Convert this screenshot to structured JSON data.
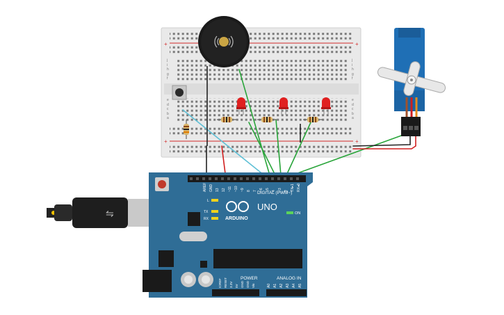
{
  "canvas": {
    "background": "#ffffff"
  },
  "arduino": {
    "board_color": "#2f6d96",
    "brand": "ARDUINO",
    "model": "UNO",
    "digital_label": "DIGITAL (PWM~)",
    "power_label": "POWER",
    "analog_label": "ANALOG IN",
    "on_label": "ON",
    "led_labels": [
      "L",
      "TX",
      "RX"
    ],
    "top_header_labels": [
      "AREF",
      "GND",
      "13",
      "12",
      "~11",
      "~10",
      "~9",
      "8",
      "7",
      "~6",
      "~5",
      "4",
      "~3",
      "2",
      "TX▸1",
      "RX◂0"
    ],
    "power_header_labels": [
      "IOREF",
      "RESET",
      "3.3V",
      "5V",
      "GND",
      "GND",
      "Vin"
    ],
    "analog_header_labels": [
      "A0",
      "A1",
      "A2",
      "A3",
      "A4",
      "A5"
    ]
  },
  "breadboard": {
    "row_letters": [
      "a",
      "b",
      "c",
      "d",
      "e",
      "f",
      "g",
      "h",
      "i",
      "j"
    ],
    "rail_colors": {
      "positive": "#d22c2c",
      "negative": "#333333"
    }
  },
  "components": {
    "buzzer": {
      "name": "Piezo buzzer",
      "color": "#1a1a1a"
    },
    "servo": {
      "name": "Micro servo",
      "color": "#1f6fb5"
    },
    "leds": [
      {
        "color": "#e02020"
      },
      {
        "color": "#e02020"
      },
      {
        "color": "#e02020"
      }
    ],
    "pushbutton": {
      "name": "Pushbutton"
    }
  },
  "wire_colors": {
    "green": "#2aa53b",
    "red": "#d11f1f",
    "black": "#222222",
    "cyan": "#5fc0d6"
  }
}
